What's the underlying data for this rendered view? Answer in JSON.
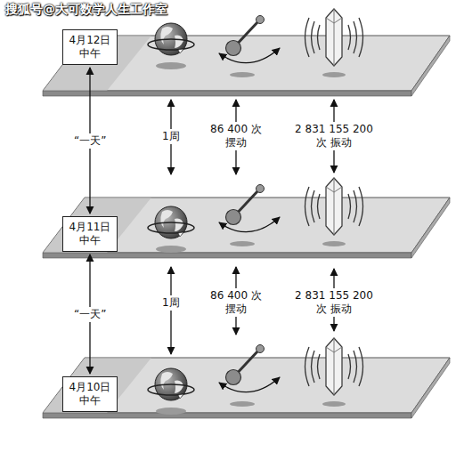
{
  "diagram": {
    "nodes": [
      {
        "text": [
          "4月12日 中午"
        ]
      },
      {
        "text": [
          "4月11日 中午"
        ]
      },
      {
        "text": [
          "4月10日 中午"
        ]
      }
    ],
    "edges": [
      {
        "from": 0,
        "to": 1,
        "arrow": "both",
        "label": "“一天”"
      },
      {
        "from": 1,
        "to": 2,
        "arrow": "both",
        "label": "“一天”"
      }
    ],
    "labels": [
      "搜狐号@大可数学人生工作室",
      "1周",
      "86 400 次 摆动",
      "2 831 155 200 次 振动",
      "1周",
      "86 400 次 摆动",
      "2 831 155 200 次 振动"
    ]
  }
}
